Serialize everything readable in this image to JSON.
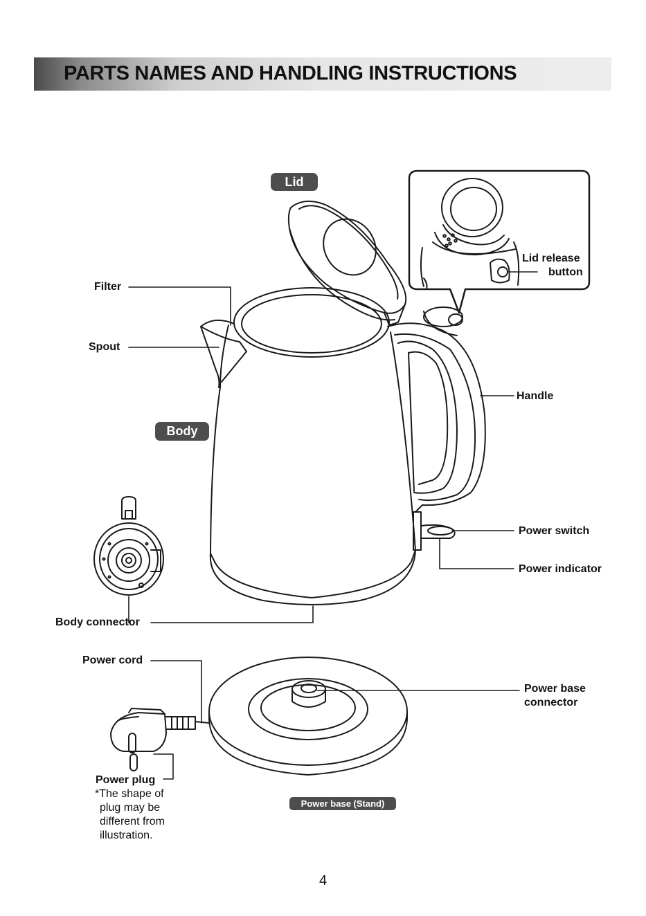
{
  "header": {
    "title": "PARTS NAMES AND HANDLING INSTRUCTIONS"
  },
  "badges": {
    "lid": "Lid",
    "body": "Body",
    "base": "Power base (Stand)"
  },
  "labels": {
    "filter": "Filter",
    "spout": "Spout",
    "handle": "Handle",
    "lid_release_line1": "Lid release",
    "lid_release_line2": "button",
    "power_switch": "Power switch",
    "power_indicator": "Power indicator",
    "body_connector": "Body connector",
    "power_cord": "Power cord",
    "power_base_connector_line1": "Power base",
    "power_base_connector_line2": "connector",
    "power_plug": "Power plug"
  },
  "plug_note": [
    "*The shape of",
    "plug may be",
    "different from",
    "illustration."
  ],
  "footer": {
    "page_number": "4"
  },
  "colors": {
    "badge_bg": "#4d4d4d",
    "line": "#1a1a1a"
  }
}
